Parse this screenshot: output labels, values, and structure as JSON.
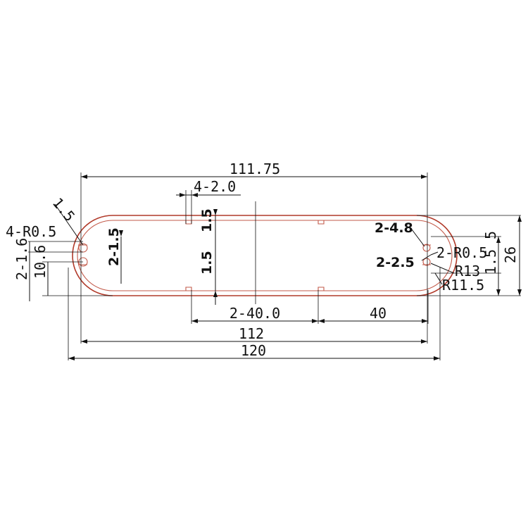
{
  "colors": {
    "profile": "#b13a2a",
    "dimension": "#111111",
    "background": "#ffffff"
  },
  "dimensions": {
    "top_width": "111.75",
    "slot_width": "4-2.0",
    "slot_spacing_inner": "2-40.0",
    "slot_spacing_outer": "40",
    "bottom_width_112": "112",
    "overall_width": "120",
    "left_radius_label": "4-R0.5",
    "left_small_15": "1.5",
    "left_2_1_6": "2-1.6",
    "left_10_6": "10.6",
    "left_2_1_5": "2-1.5",
    "center_wall_a": "1.5",
    "center_wall_b": "1.5",
    "right_2_4_8": "2-4.8",
    "right_2_2_5": "2-2.5",
    "right_2_R0_5": "2-R0.5",
    "right_R13": "R13",
    "right_R11_5": "R11.5",
    "right_1_5": "1.5",
    "right_5": "5",
    "right_26": "26"
  }
}
